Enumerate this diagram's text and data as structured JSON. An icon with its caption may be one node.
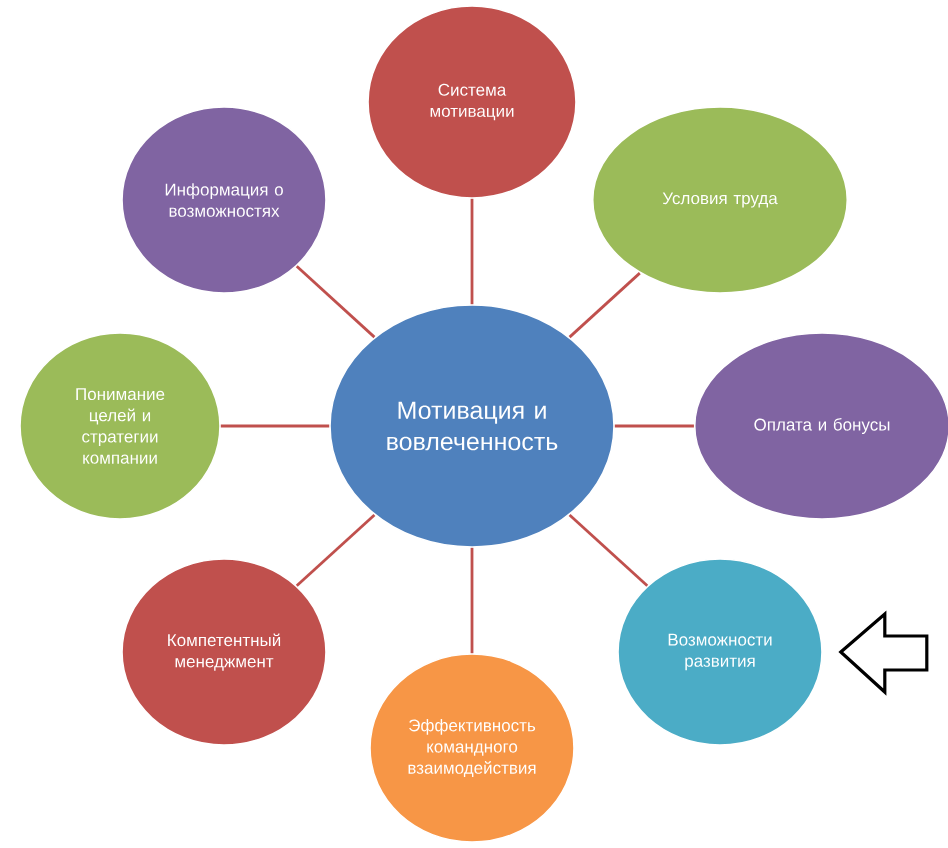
{
  "diagram": {
    "nodes": [
      {
        "text": [
          "Мотивация и вовлеченность"
        ]
      },
      {
        "text": [
          "Система мотивации"
        ]
      },
      {
        "text": [
          "Условия труда"
        ]
      },
      {
        "text": [
          "Оплата и бонусы"
        ]
      },
      {
        "text": [
          "Возможности развития"
        ]
      },
      {
        "text": [
          "Эффективность командного взаимодействия"
        ]
      },
      {
        "text": [
          "Компетентный менеджмент"
        ]
      },
      {
        "text": [
          "Понимание целей и стратегии компании"
        ]
      },
      {
        "text": [
          "Информация о возможностях"
        ]
      }
    ],
    "edges": [
      {
        "from": 0,
        "to": 1,
        "arrow": "none"
      },
      {
        "from": 0,
        "to": 2,
        "arrow": "none"
      },
      {
        "from": 0,
        "to": 3,
        "arrow": "none"
      },
      {
        "from": 0,
        "to": 4,
        "arrow": "none"
      },
      {
        "from": 0,
        "to": 5,
        "arrow": "none"
      },
      {
        "from": 0,
        "to": 6,
        "arrow": "none"
      },
      {
        "from": 0,
        "to": 7,
        "arrow": "none"
      },
      {
        "from": 0,
        "to": 8,
        "arrow": "none"
      },
      {
        "from": null,
        "to": 4,
        "arrow": "to"
      }
    ]
  }
}
